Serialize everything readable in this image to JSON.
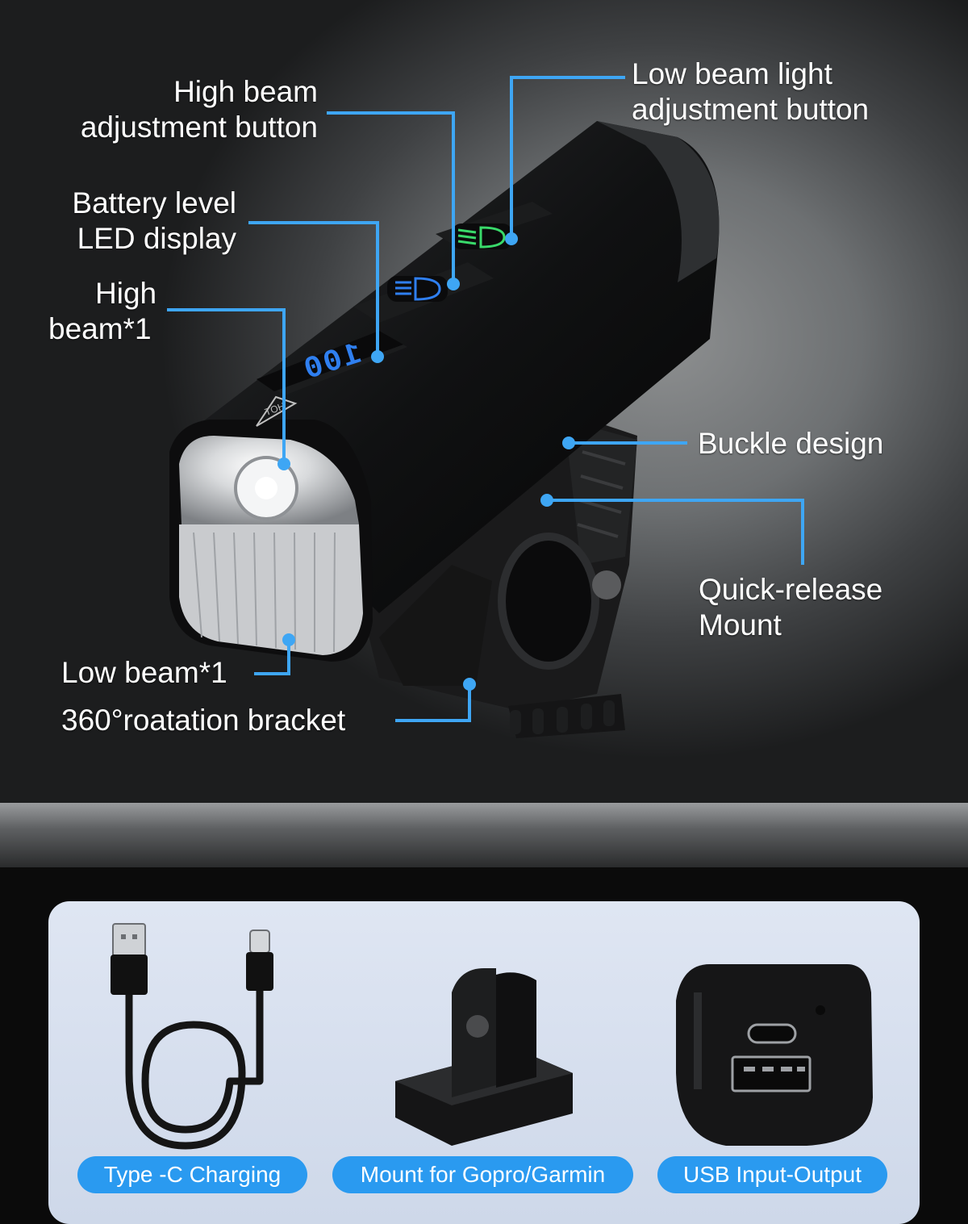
{
  "labels": {
    "high_beam_button": [
      "High beam",
      "adjustment button"
    ],
    "low_beam_button": [
      "Low beam light",
      "adjustment button"
    ],
    "battery_display": [
      "Battery level",
      "LED display"
    ],
    "high_beam": [
      "High",
      "beam*1"
    ],
    "buckle": "Buckle design",
    "quick_release": [
      "Quick-release",
      "Mount"
    ],
    "low_beam": "Low beam*1",
    "bracket": "360°roatation bracket"
  },
  "device": {
    "display_reading": "100",
    "logo_text": "HOT"
  },
  "accessories": [
    {
      "label": "Type -C Charging",
      "icon": "usb-cable-icon"
    },
    {
      "label": "Mount for Gopro/Garmin",
      "icon": "gopro-mount-icon"
    },
    {
      "label": "USB Input-Output",
      "icon": "usb-port-icon"
    }
  ],
  "colors": {
    "callout_line": "#3ea6f4",
    "pill": "#2a9af0",
    "display_blue": "#2f7ff0",
    "button_green": "#39d96a"
  }
}
